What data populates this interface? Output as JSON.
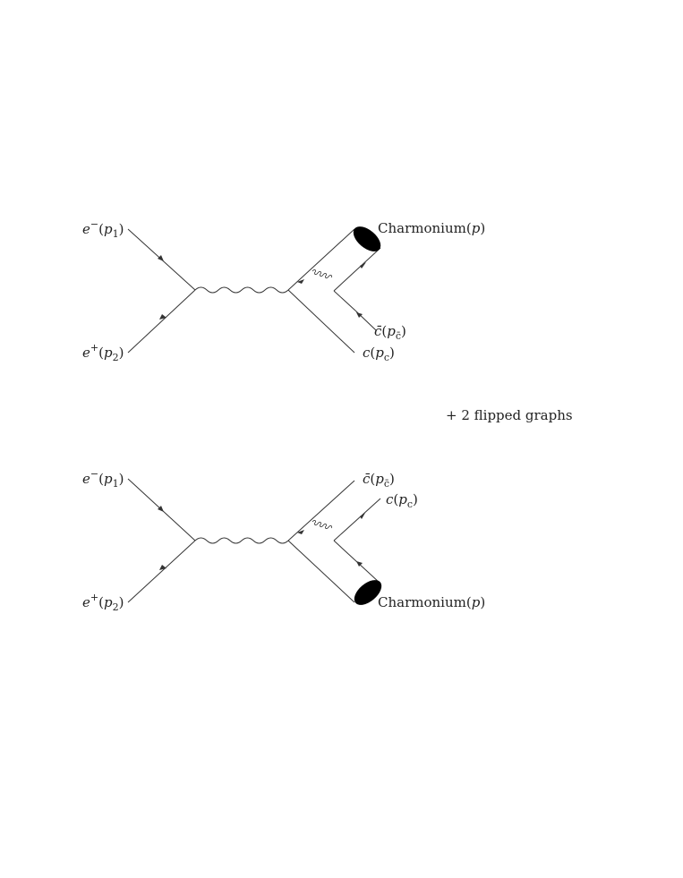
{
  "diagrams": [
    {
      "electron": {
        "particle": "e",
        "charge": "−",
        "momentum": "p",
        "index": "1"
      },
      "positron": {
        "particle": "e",
        "charge": "+",
        "momentum": "p",
        "index": "2"
      },
      "bound_state": {
        "name": "Charmonium",
        "momentum": "p"
      },
      "charm": {
        "particle": "c",
        "momentum": "p",
        "index": "c"
      },
      "anticharm": {
        "particle": "c̄",
        "momentum": "p",
        "index": "c̄"
      }
    },
    {
      "electron": {
        "particle": "e",
        "charge": "−",
        "momentum": "p",
        "index": "1"
      },
      "positron": {
        "particle": "e",
        "charge": "+",
        "momentum": "p",
        "index": "2"
      },
      "bound_state": {
        "name": "Charmonium",
        "momentum": "p"
      },
      "charm": {
        "particle": "c",
        "momentum": "p",
        "index": "c"
      },
      "anticharm": {
        "particle": "c̄",
        "momentum": "p",
        "index": "c̄"
      }
    }
  ],
  "note": "+ 2 flipped graphs"
}
